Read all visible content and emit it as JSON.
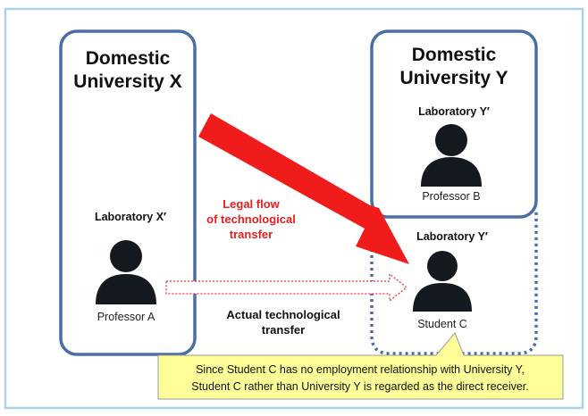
{
  "university_x": {
    "title_line1": "Domestic",
    "title_line2": "University X",
    "laboratory": "Laboratory X′",
    "person": "Professor A"
  },
  "university_y": {
    "title_line1": "Domestic",
    "title_line2": "University Y",
    "laboratory": "Laboratory Y′",
    "person": "Professor B"
  },
  "student_area": {
    "laboratory": "Laboratory Y′",
    "person": "Student C"
  },
  "legal_flow": {
    "line1": "Legal flow",
    "line2": "of technological",
    "line3": "transfer"
  },
  "actual_flow": {
    "line1": "Actual technological",
    "line2": "transfer"
  },
  "callout": {
    "line1": "Since Student C has no employment relationship with University Y,",
    "line2": "Student C rather than University Y is regarded as the direct receiver."
  },
  "colors": {
    "frame": "#a9d4e8",
    "box_border": "#4a6fa5",
    "legal_arrow": "#f01c1c",
    "actual_arrow": "#e8372f",
    "callout_fill": "#ffff99",
    "person": "#14181f"
  }
}
